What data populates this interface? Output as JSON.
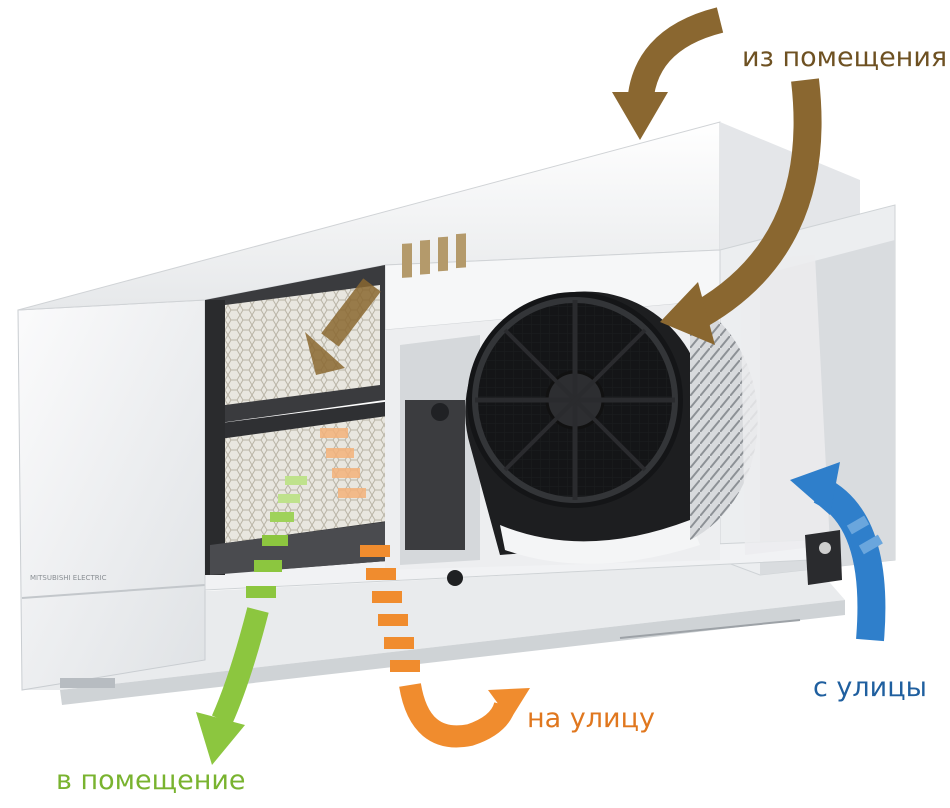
{
  "labels": {
    "from_room": "из помещения",
    "to_outdoors": "на улицу",
    "from_street": "с улицы",
    "into_room": "в помещение"
  },
  "brand_text": "MITSUBISHI ELECTRIC",
  "colors": {
    "brown": "#8a6730",
    "orange": "#f08c2e",
    "green": "#8cc63f",
    "blue": "#2f7fcb",
    "casing": "#f3f4f5",
    "dark": "#2b2c2e"
  }
}
